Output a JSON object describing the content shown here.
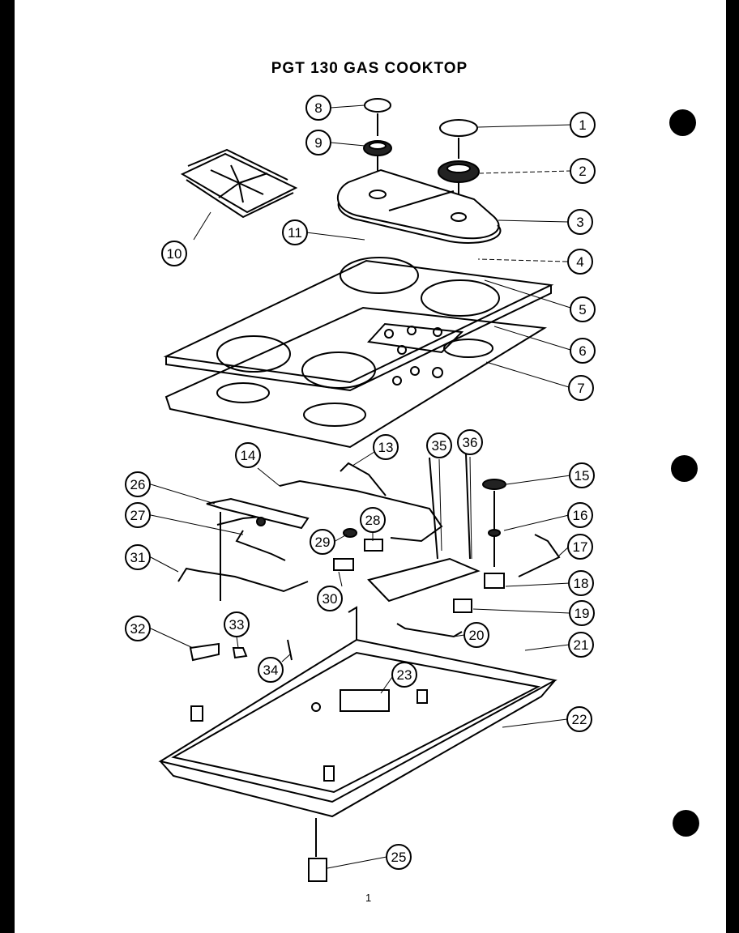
{
  "title": "PGT 130 GAS COOKTOP",
  "page_number": "1",
  "callouts": [
    "8",
    "9",
    "1",
    "2",
    "3",
    "10",
    "11",
    "4",
    "5",
    "6",
    "7",
    "14",
    "13",
    "35",
    "36",
    "15",
    "26",
    "28",
    "16",
    "27",
    "29",
    "17",
    "31",
    "18",
    "30",
    "19",
    "20",
    "32",
    "33",
    "21",
    "34",
    "23",
    "22",
    "25"
  ]
}
